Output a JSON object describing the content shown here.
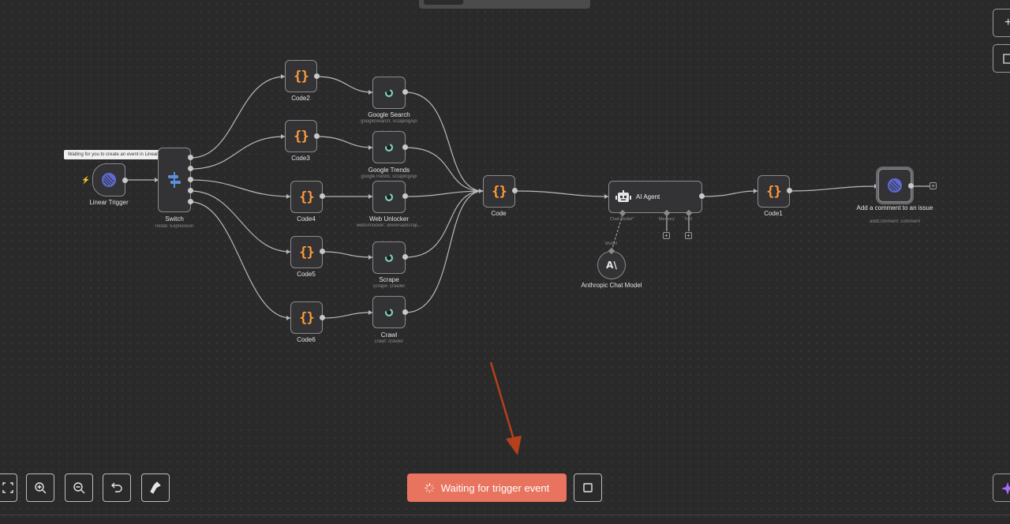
{
  "tooltip": "Waiting for you to create an event in Linear",
  "nodes": {
    "linear_trigger": {
      "label": "Linear Trigger"
    },
    "switch": {
      "label": "Switch",
      "sub": "mode: Expression"
    },
    "code2": {
      "label": "Code2"
    },
    "code3": {
      "label": "Code3"
    },
    "code4": {
      "label": "Code4"
    },
    "code5": {
      "label": "Code5"
    },
    "code6": {
      "label": "Code6"
    },
    "google_search": {
      "label": "Google Search",
      "sub": "googleSearch: scrapingApi"
    },
    "google_trends": {
      "label": "Google Trends",
      "sub": "googleTrends: scrapingApi"
    },
    "web_unlocker": {
      "label": "Web Unlocker",
      "sub": "webUnlocker: universalScrap..."
    },
    "scrape": {
      "label": "Scrape",
      "sub": "scrape: crawler"
    },
    "crawl": {
      "label": "Crawl",
      "sub": "crawl: crawler"
    },
    "code": {
      "label": "Code"
    },
    "ai_agent": {
      "label": "AI Agent",
      "ports": {
        "chat_model": "Chat Model*",
        "memory": "Memory",
        "tool": "Tool"
      }
    },
    "anthropic": {
      "label": "Anthropic Chat Model",
      "port": "Model",
      "logo": "A\\"
    },
    "code1": {
      "label": "Code1"
    },
    "add_comment": {
      "label": "Add a comment to an issue",
      "sub": "addComment: comment"
    }
  },
  "icons": {
    "code": "{}",
    "plus": "+"
  },
  "controls": {
    "trigger_label": "Waiting for trigger event"
  },
  "colors": {
    "accent": "#e8735f",
    "code_icon": "#ff9b3d",
    "linear": "#5e6ad2",
    "switch": "#5b8fd8",
    "annotation_arrow": "#b5401d"
  }
}
